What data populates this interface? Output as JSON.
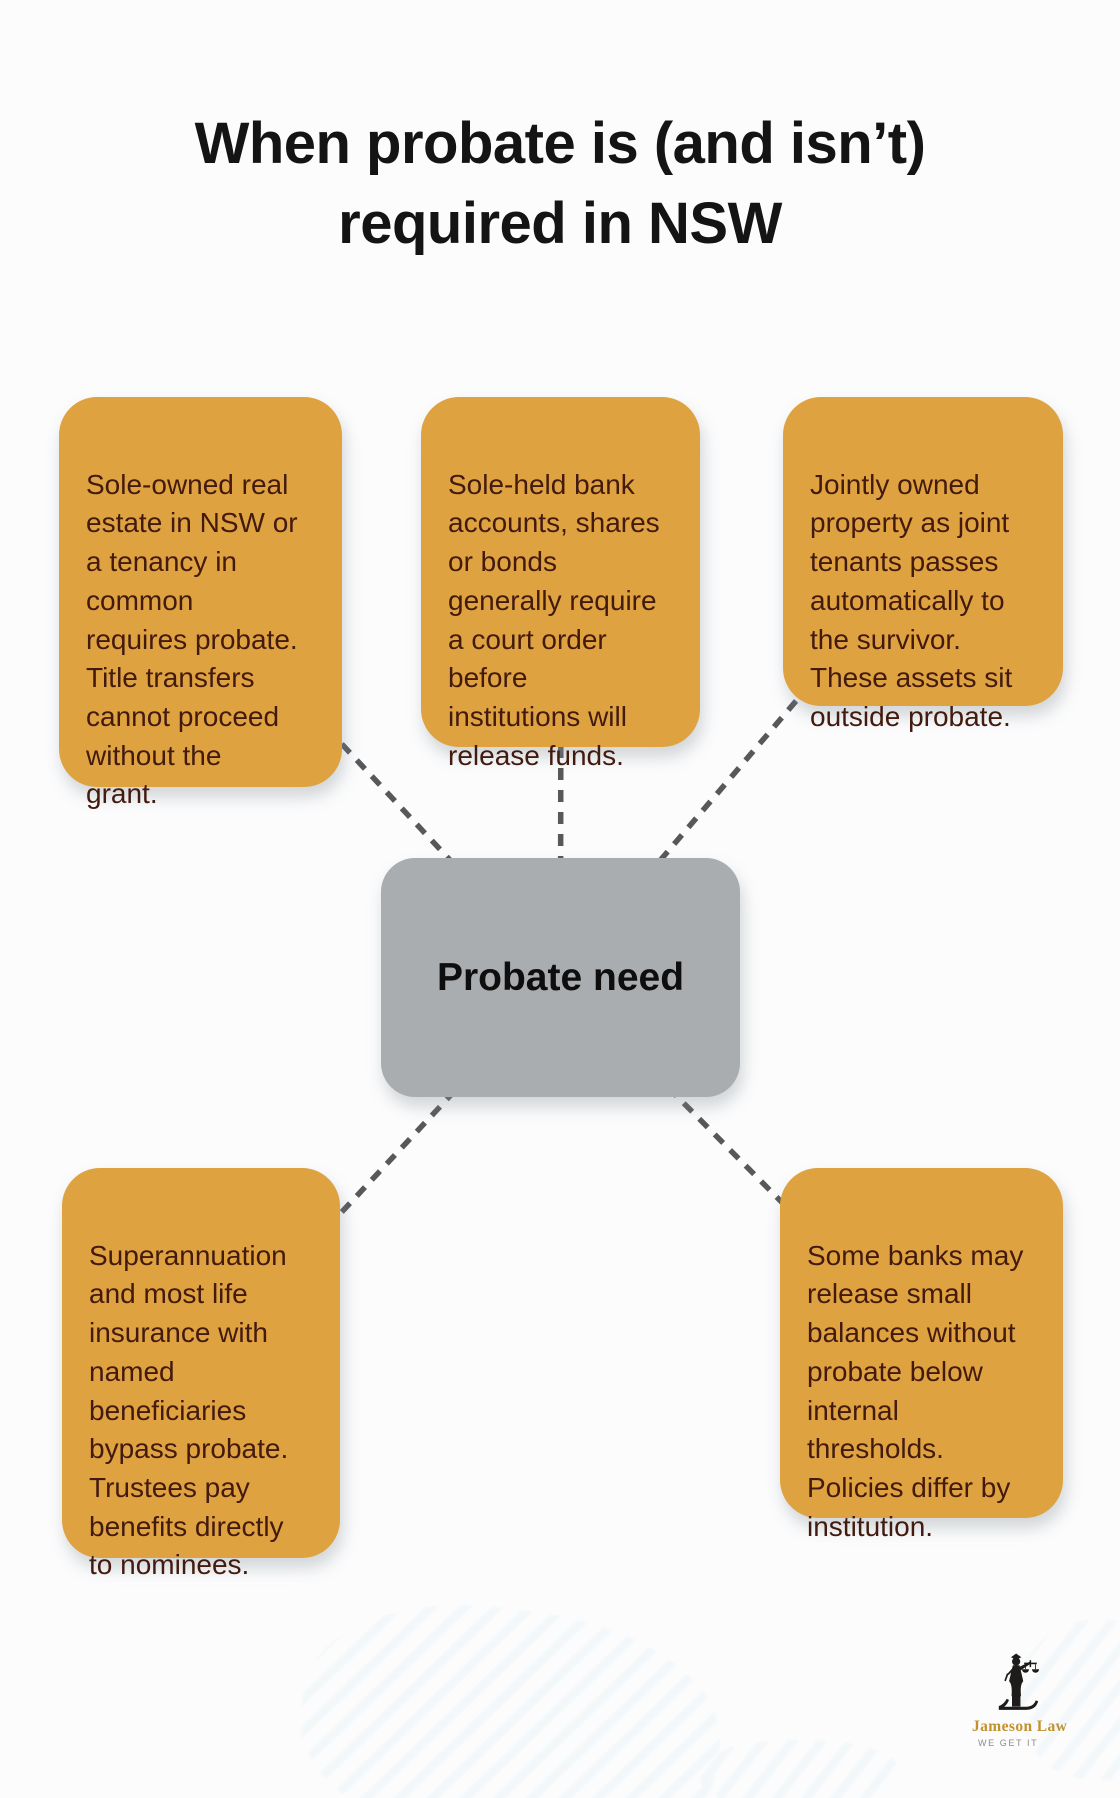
{
  "title": {
    "line1": "When probate is (and isn’t)",
    "line2": "required in NSW"
  },
  "center_node": {
    "label": "Probate need"
  },
  "nodes": [
    {
      "id": "sole-owned-real-estate",
      "lines": [
        "Sole-owned real",
        "estate in NSW or",
        "a tenancy in",
        "common",
        "requires probate.",
        "Title transfers",
        "cannot proceed",
        "without the",
        "grant."
      ]
    },
    {
      "id": "sole-held-accounts",
      "lines": [
        "Sole-held bank",
        "accounts, shares",
        "or bonds",
        "generally require",
        "a court order",
        "before",
        "institutions will",
        "release funds."
      ]
    },
    {
      "id": "jointly-owned-property",
      "lines": [
        "Jointly owned",
        "property as joint",
        "tenants passes",
        "automatically to",
        "the survivor.",
        "These assets sit",
        "outside probate."
      ]
    },
    {
      "id": "superannuation-insurance",
      "lines": [
        "Superannuation",
        "and most life",
        "insurance with",
        "named",
        "beneficiaries",
        "bypass probate.",
        "Trustees pay",
        "benefits directly",
        "to nominees."
      ]
    },
    {
      "id": "small-balances",
      "lines": [
        "Some banks may",
        "release small",
        "balances without",
        "probate below",
        "internal",
        "thresholds.",
        "Policies differ by",
        "institution."
      ]
    }
  ],
  "edges": [
    {
      "from": "probate-need",
      "to": "sole-owned-real-estate"
    },
    {
      "from": "probate-need",
      "to": "sole-held-accounts"
    },
    {
      "from": "probate-need",
      "to": "jointly-owned-property"
    },
    {
      "from": "probate-need",
      "to": "superannuation-insurance"
    },
    {
      "from": "probate-need",
      "to": "small-balances"
    }
  ],
  "logo": {
    "name": "Jameson Law",
    "tagline": "WE GET IT",
    "icon": "scales-of-justice-icon"
  },
  "colors": {
    "box_orange": "#dfa240",
    "box_text": "#421a0e",
    "center_gray": "#a9adaf",
    "center_text": "#0e0e0e",
    "connector": "#57585a",
    "title_color": "#141414",
    "logo_gold": "#c3922e",
    "logo_tagline": "#8c8c8c",
    "background": "#fcfcfd"
  }
}
